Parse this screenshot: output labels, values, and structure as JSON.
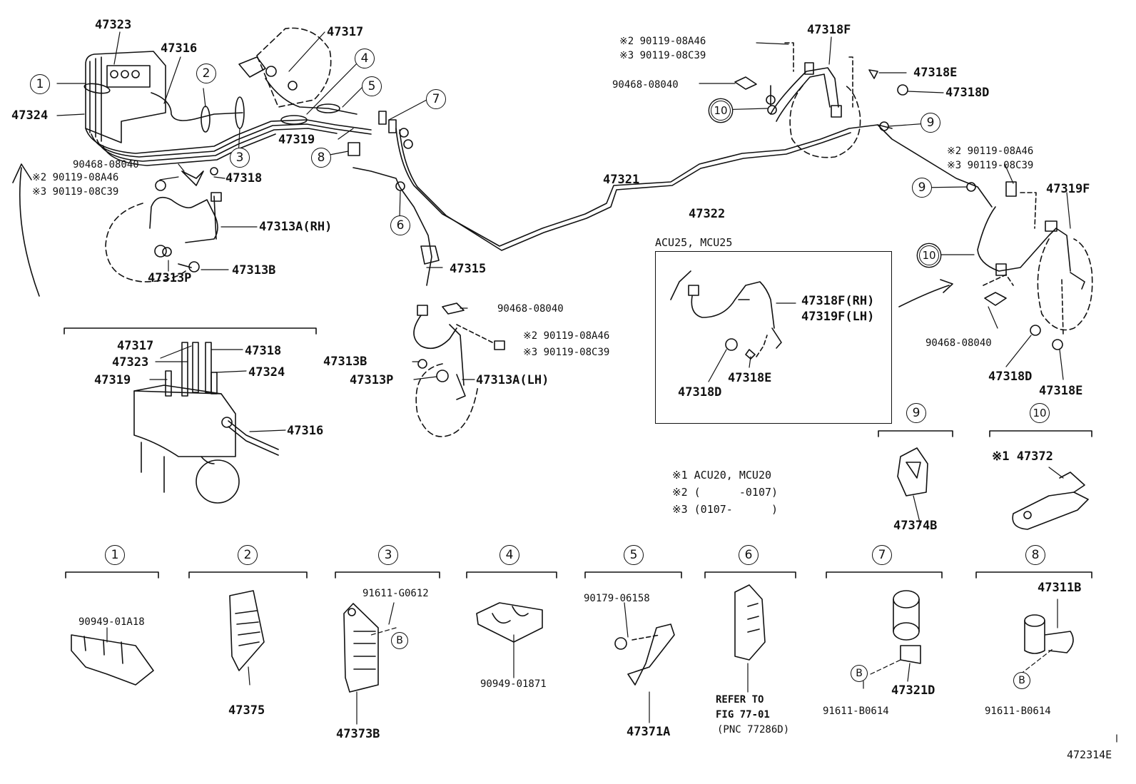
{
  "labels": {
    "p47323": "47323",
    "p47316": "47316",
    "p47317": "47317",
    "p47324": "47324",
    "p47319": "47319",
    "p90468a": "90468-08040",
    "p90119_2a": "※2 90119-08A46",
    "p90119_3a": "※3 90119-08C39",
    "p47318": "47318",
    "p47313a_rh": "47313A(RH)",
    "p47313b_a": "47313B",
    "p47313p_a": "47313P",
    "p47321": "47321",
    "p47322": "47322",
    "p47315": "47315",
    "p90468b": "90468-08040",
    "p90119_2b": "※2 90119-08A46",
    "p90119_3b": "※3 90119-08C39",
    "p47313b_b": "47313B",
    "p47313p_b": "47313P",
    "p47313a_lh": "47313A(LH)",
    "p90119_2c": "※2 90119-08A46",
    "p90119_3c": "※3 90119-08C39",
    "p47318f": "47318F",
    "p90468c": "90468-08040",
    "p47318e_a": "47318E",
    "p47318d_a": "47318D",
    "p90119_2d": "※2 90119-08A46",
    "p90119_3d": "※3 90119-08C39",
    "p47319f": "47319F",
    "p90468d": "90468-08040",
    "p47318d_b": "47318D",
    "p47318e_b": "47318E",
    "inset_title": "ACU25, MCU25",
    "p47318f_rh": "47318F(RH)",
    "p47319f_lh": "47319F(LH)",
    "p47318d_c": "47318D",
    "p47318e_c": "47318E",
    "m47317": "47317",
    "m47323": "47323",
    "m47319": "47319",
    "m47318": "47318",
    "m47324": "47324",
    "m47316": "47316",
    "note1": "※1  ACU20, MCU20",
    "note2": "※2 (      -0107)",
    "note3": "※3 (0107-      )",
    "p47374b": "47374B",
    "p47372": "※1 47372",
    "d90949a": "90949-01A18",
    "d47375": "47375",
    "d91611g": "91611-G0612",
    "d47373b": "47373B",
    "d90949b": "90949-01871",
    "d90179": "90179-06158",
    "d47371a": "47371A",
    "refer1": "REFER TO",
    "refer2": "FIG 77-01",
    "refer3": "(PNC 77286D)",
    "d91611b_a": "91611-B0614",
    "d47321d": "47321D",
    "d47311b": "47311B",
    "d91611b_b": "91611-B0614",
    "fig_id": "472314E"
  },
  "callouts": {
    "c1": "1",
    "c2": "2",
    "c3": "3",
    "c4": "4",
    "c5": "5",
    "c6": "6",
    "c7": "7",
    "c8": "8",
    "c9": "9",
    "c10": "10",
    "b": "B"
  }
}
